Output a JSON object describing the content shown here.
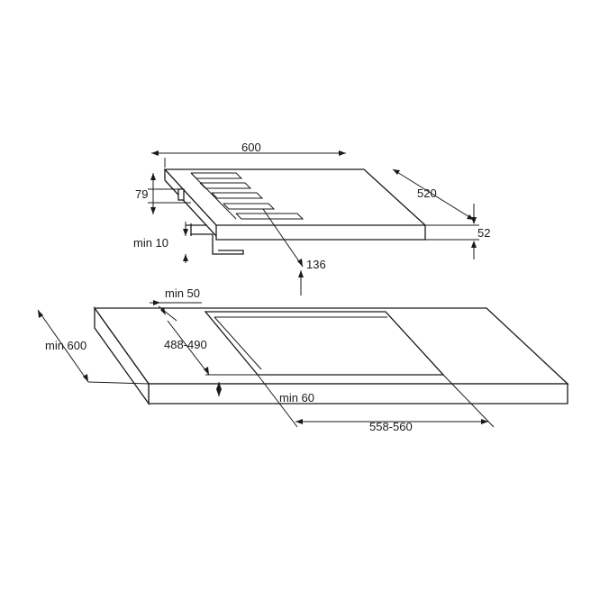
{
  "labels": {
    "width_600": "600",
    "depth_520": "520",
    "height_79": "79",
    "height_52": "52",
    "min_10": "min 10",
    "dim_136": "136",
    "min_50": "min 50",
    "min_600": "min 600",
    "cutout_depth": "488-490",
    "min_60": "min 60",
    "cutout_width": "558-560"
  }
}
